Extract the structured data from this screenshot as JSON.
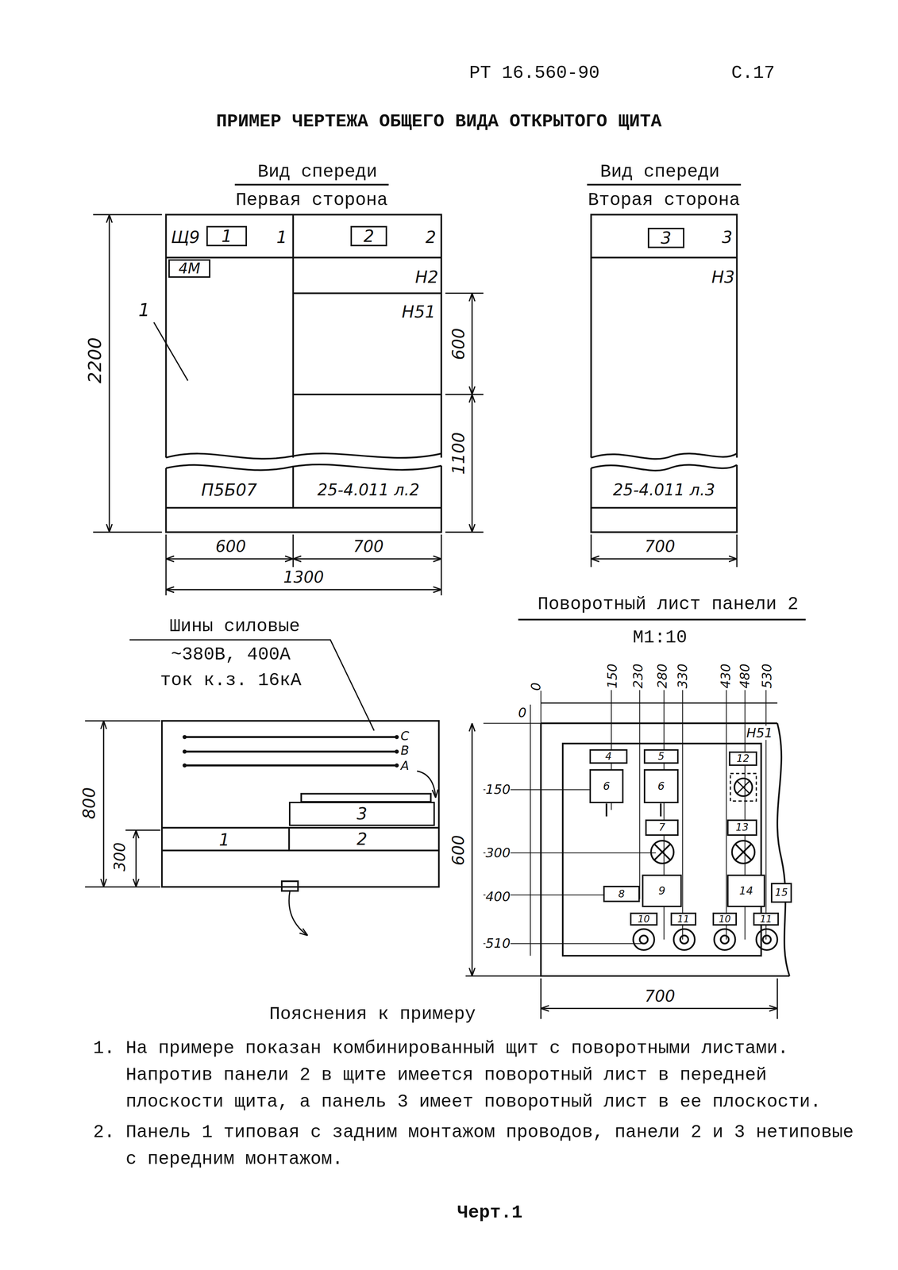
{
  "diagram": {
    "title": "ПРИМЕР ЧЕРТЕЖА ОБЩЕГО ВИДА ОТКРЫТОГО ЩИТА",
    "caption": "Черт.1",
    "nodes": [
      {
        "text": [
          "1"
        ]
      },
      {
        "text": [
          "2"
        ]
      },
      {
        "text": [
          "3"
        ]
      },
      {
        "text": [
          "4М"
        ]
      },
      {
        "text": [
          "3"
        ]
      },
      {
        "text": [
          "4"
        ]
      },
      {
        "text": [
          "6"
        ]
      },
      {
        "text": [
          "5"
        ]
      },
      {
        "text": [
          "6"
        ]
      },
      {
        "text": [
          "12"
        ]
      },
      {
        "text": [
          "7"
        ]
      },
      {
        "text": [
          "13"
        ]
      },
      {
        "text": [
          "8"
        ]
      },
      {
        "text": [
          "9"
        ]
      },
      {
        "text": [
          "14"
        ]
      },
      {
        "text": [
          "15"
        ]
      },
      {
        "text": [
          "10"
        ]
      },
      {
        "text": [
          "11"
        ]
      },
      {
        "text": [
          "10"
        ]
      },
      {
        "text": [
          "11"
        ]
      }
    ],
    "labels": [
      "РТ 16.560-90",
      "С.17",
      "Вид спереди",
      "Первая сторона",
      "Вид спереди",
      "Вторая сторона",
      "Щ9",
      "1",
      "2",
      "Н2",
      "Н51",
      "1",
      "2200",
      "600",
      "1100",
      "П5Б07",
      "25-4.011 л.2",
      "600",
      "700",
      "1300",
      "3",
      "Н3",
      "25-4.011 л.3",
      "700",
      "Поворотный лист панели 2",
      "М1:10",
      "Шины силовые",
      "~380В, 400А",
      "ток к.з. 16кА",
      "С",
      "В",
      "А",
      "1",
      "2",
      "800",
      "300",
      "0",
      "150",
      "230",
      "280",
      "330",
      "430",
      "480",
      "530",
      "0",
      "150",
      "300",
      "400",
      "510",
      "600",
      "700",
      "Н51",
      "Пояснения к примеру",
      "1. На примере показан комбинированный щит с поворотными листами. Напротив панели 2 в щите имеется поворотный лист в передней плоскости щита, а панель 3 имеет поворотный лист в ее плоскости.",
      "2. Панель 1 типовая с задним монтажом проводов, панели 2 и 3 нетиповые с передним монтажом."
    ]
  }
}
